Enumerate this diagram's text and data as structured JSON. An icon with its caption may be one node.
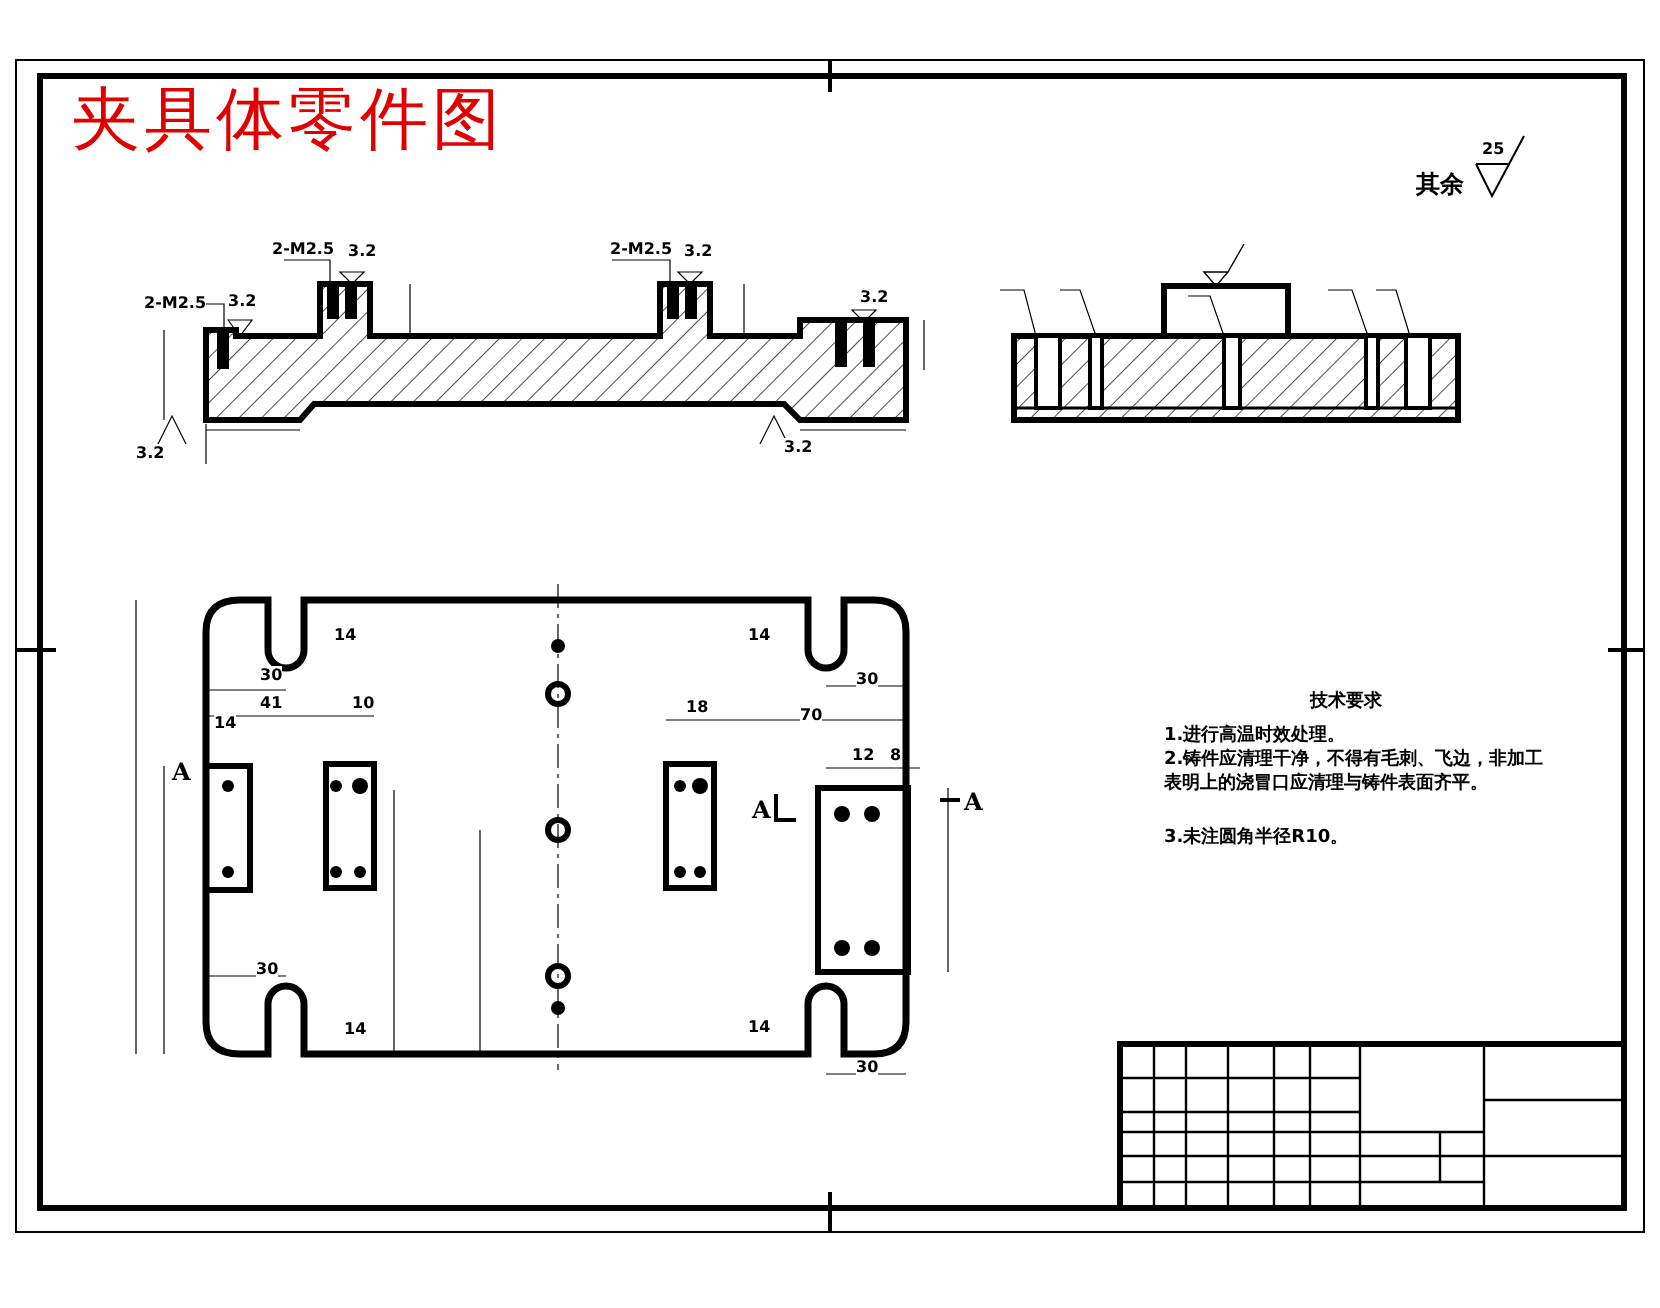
{
  "diagram": {
    "title": "夹具体零件图",
    "labels": [
      "其余",
      "25",
      "2-M2.5",
      "3.2",
      "2-M2.5",
      "3.2",
      "2-M2.5",
      "3.2",
      "3.2",
      "3.2",
      "3.2",
      "30",
      "14",
      "41",
      "10",
      "14",
      "18",
      "70",
      "30",
      "14",
      "12",
      "8",
      "A",
      "A",
      "A",
      "30",
      "14",
      "30",
      "14",
      "技术要求",
      "1.进行高温时效处理。",
      "2.铸件应清理干净，不得有毛刺、飞边，非加工表明上的浇冒口应清理与铸件表面齐平。",
      "3.未注圆角半径R10。"
    ]
  }
}
